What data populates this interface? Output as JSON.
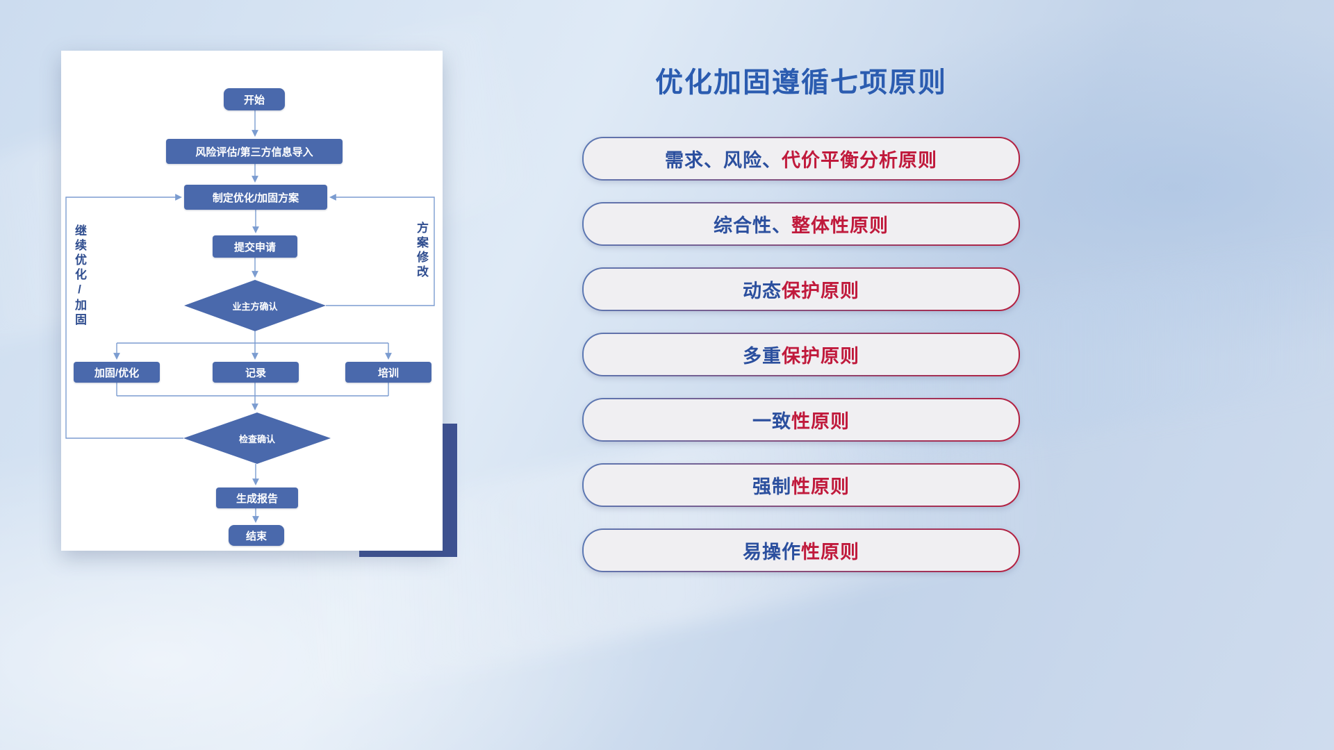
{
  "title": "优化加固遵循七项原则",
  "flowchart": {
    "start": "开始",
    "risk": "风险评估/第三方信息导入",
    "plan": "制定优化/加固方案",
    "submit": "提交申请",
    "owner_confirm": "业主方确认",
    "reinforce": "加固/优化",
    "record": "记录",
    "training": "培训",
    "check_confirm": "检查确认",
    "report": "生成报告",
    "end": "结束",
    "left_label": "继续优化/加固",
    "right_label": "方案修改"
  },
  "principles": [
    {
      "blue": "需求、风险、",
      "red": "代价平衡分析原则"
    },
    {
      "blue": "综合性、",
      "red": "整体性原则"
    },
    {
      "blue": "动态",
      "red": "保护原则"
    },
    {
      "blue": "多重",
      "red": "保护原则"
    },
    {
      "blue": "一致",
      "red": "性原则"
    },
    {
      "blue": "强制",
      "red": "性原则"
    },
    {
      "blue": "易操作",
      "red": "性原则"
    }
  ],
  "colors": {
    "title_blue": "#2b5cb0",
    "principle_blue": "#2b4f9e",
    "principle_red": "#c01a3c",
    "node_fill": "#4a69ac",
    "connector": "#7b9cd0",
    "accent_block": "#3e5292"
  }
}
